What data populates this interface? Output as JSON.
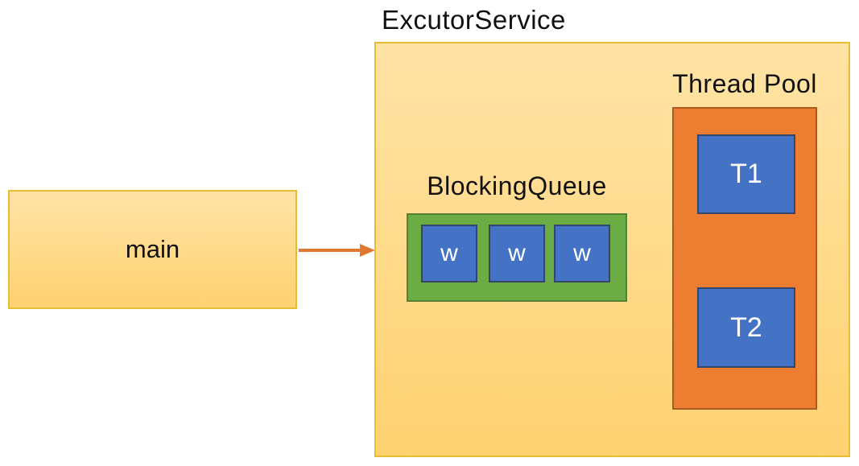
{
  "diagram": {
    "title": "ExcutorService",
    "main_box": {
      "label": "main"
    },
    "blocking_queue": {
      "label": "BlockingQueue",
      "workers": [
        "w",
        "w",
        "w"
      ]
    },
    "thread_pool": {
      "label": "Thread Pool",
      "threads": [
        "T1",
        "T2"
      ]
    },
    "colors": {
      "canvas_bg": "#FFFFFF",
      "container_fill_top": "#FFE3A6",
      "container_fill_bottom": "#FFD271",
      "container_border": "#E9BD33",
      "queue_fill": "#6CAC44",
      "queue_border": "#538135",
      "worker_fill": "#4472C4",
      "worker_border": "#35466B",
      "pool_fill": "#ED7D31",
      "pool_border": "#AC5A20",
      "arrow": "#E0782F",
      "label_text": "#111111",
      "box_text_light": "#FFFFFF"
    }
  }
}
